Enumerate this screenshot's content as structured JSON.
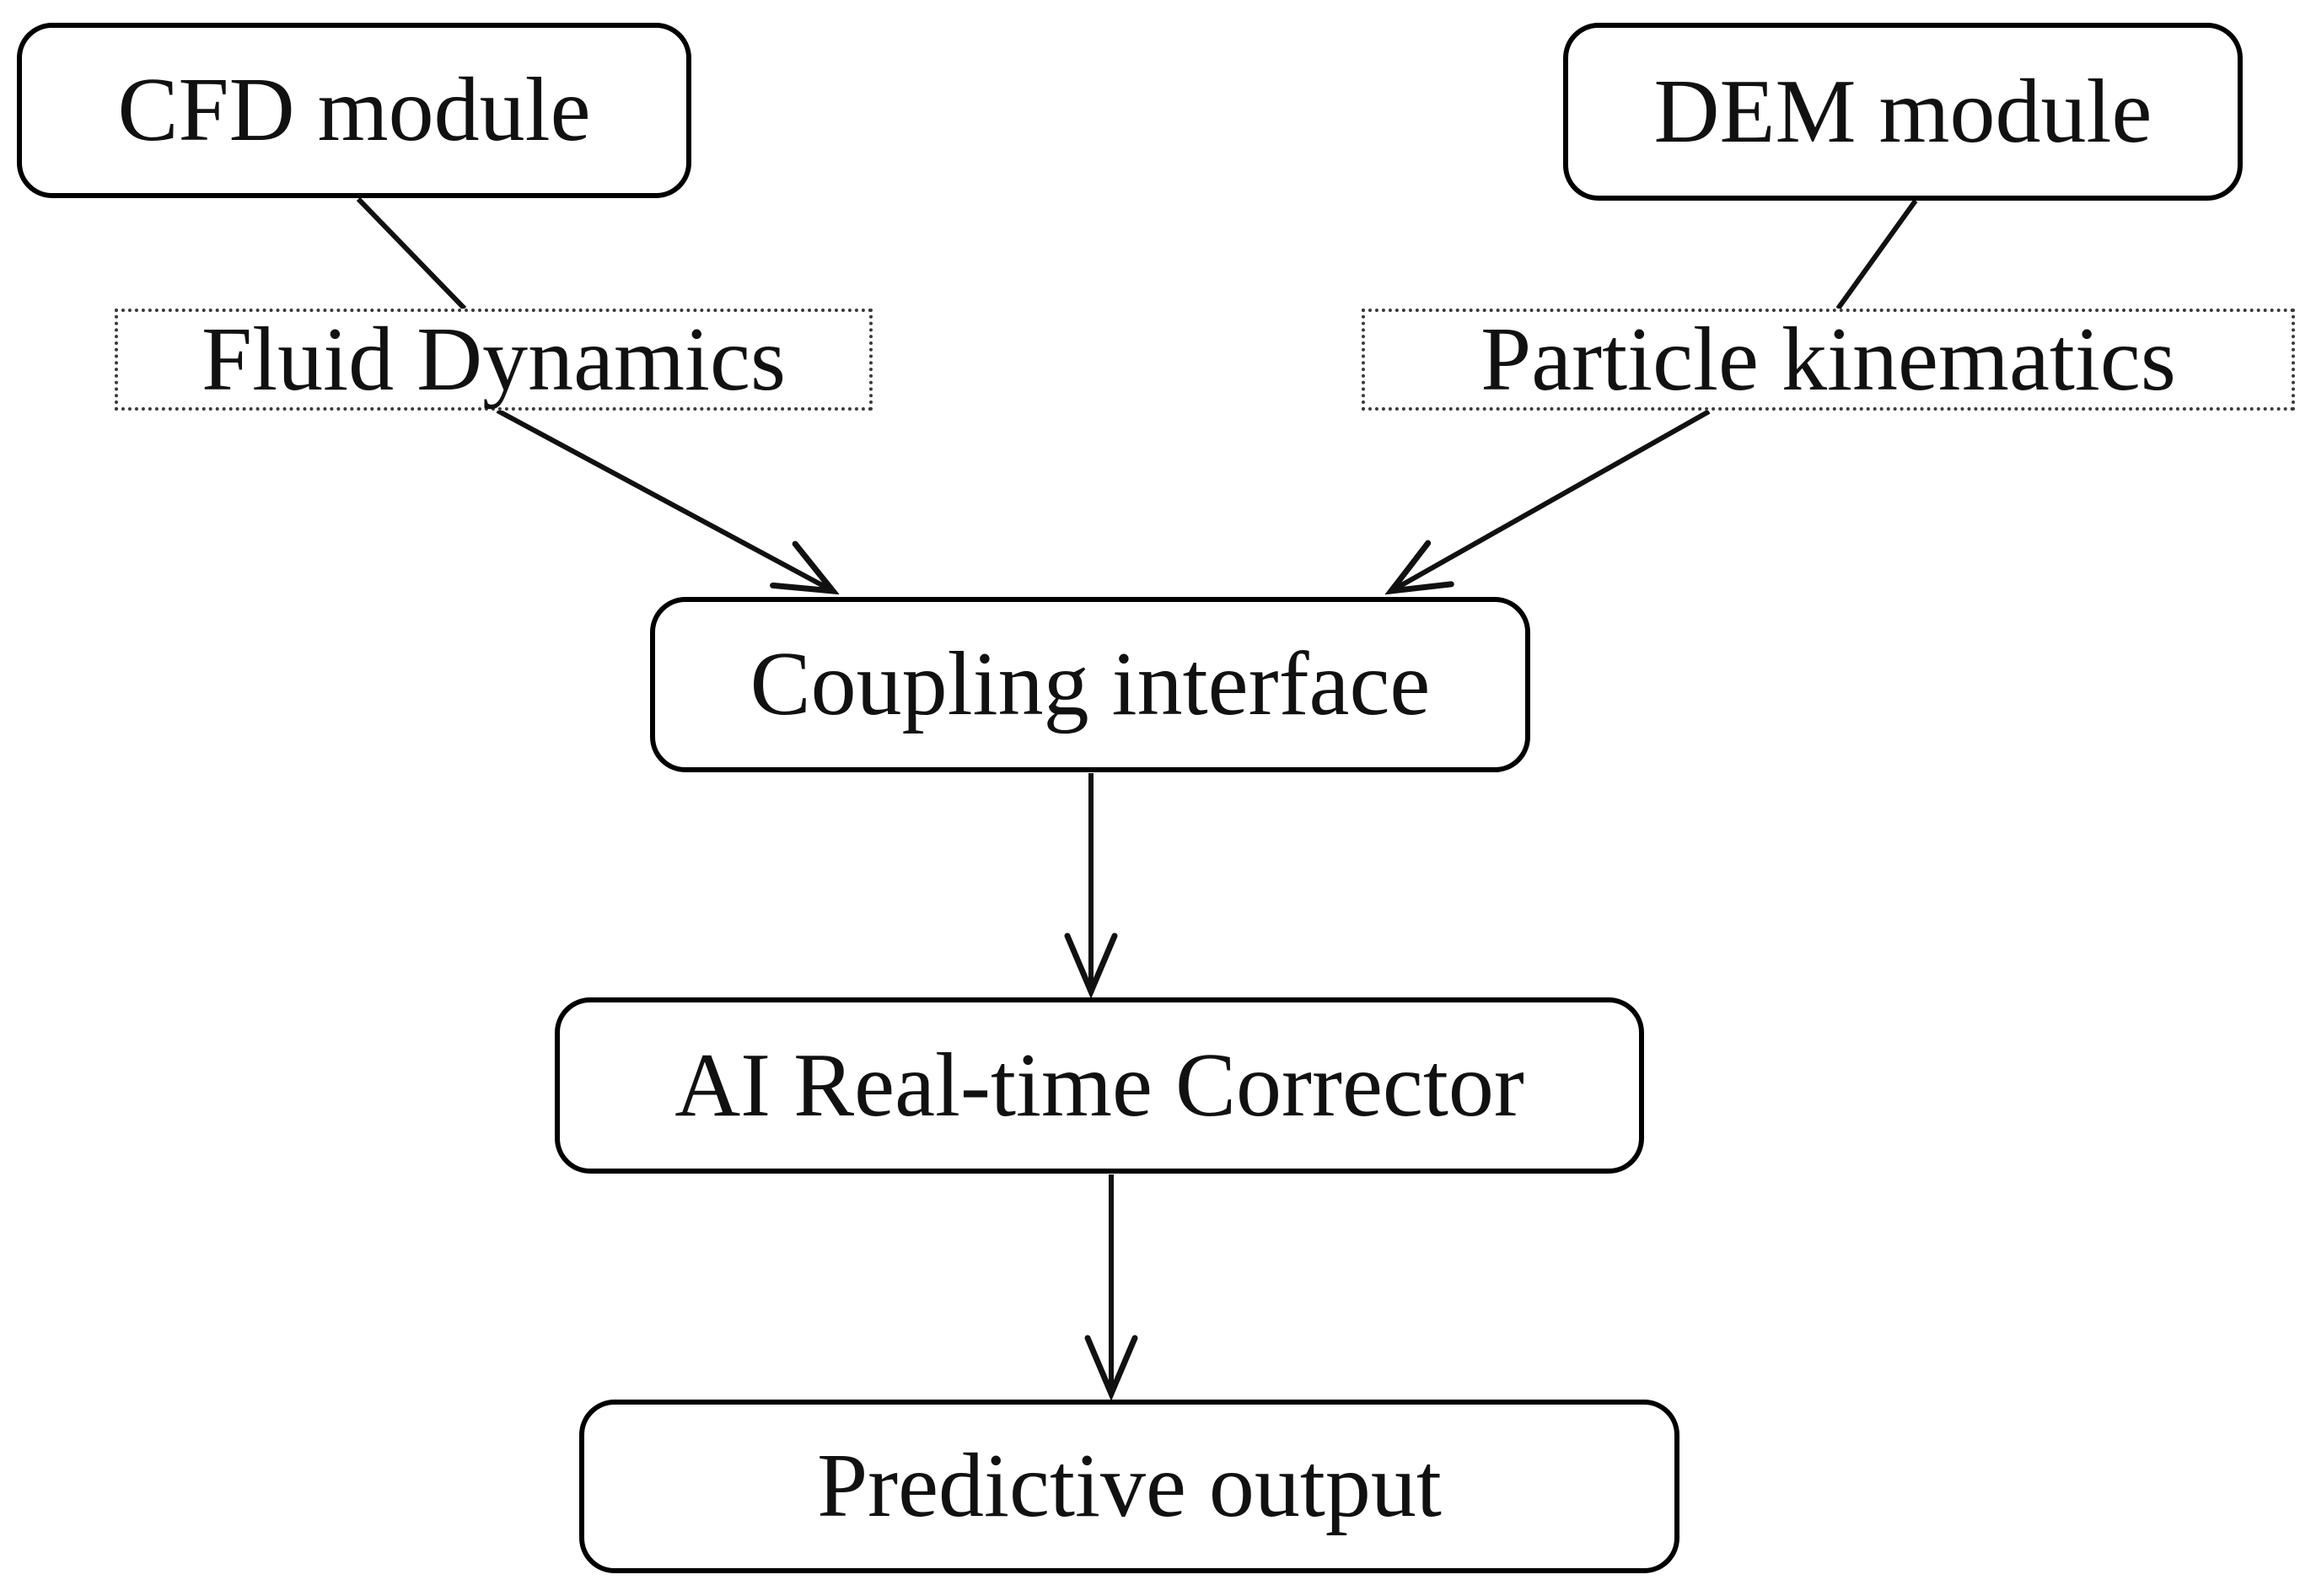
{
  "diagram": {
    "nodes": {
      "cfd": {
        "label": "CFD module",
        "shape": "rounded-rectangle"
      },
      "dem": {
        "label": "DEM module",
        "shape": "rounded-rectangle"
      },
      "fluid": {
        "label": "Fluid Dynamics",
        "shape": "dotted-rectangle"
      },
      "particle": {
        "label": "Particle kinematics",
        "shape": "dotted-rectangle"
      },
      "coupling": {
        "label": "Coupling interface",
        "shape": "rounded-rectangle"
      },
      "ai": {
        "label": "AI Real-time Corrector",
        "shape": "rounded-rectangle"
      },
      "output": {
        "label": "Predictive output",
        "shape": "rounded-rectangle"
      }
    },
    "edges": [
      {
        "from": "CFD module",
        "to": "Fluid Dynamics",
        "arrowhead": false
      },
      {
        "from": "DEM module",
        "to": "Particle kinematics",
        "arrowhead": false
      },
      {
        "from": "Fluid Dynamics",
        "to": "Coupling interface",
        "arrowhead": true
      },
      {
        "from": "Particle kinematics",
        "to": "Coupling interface",
        "arrowhead": true
      },
      {
        "from": "Coupling interface",
        "to": "AI Real-time Corrector",
        "arrowhead": true
      },
      {
        "from": "AI Real-time Corrector",
        "to": "Predictive output",
        "arrowhead": true
      }
    ],
    "colors": {
      "line": "#111111",
      "text": "#111111",
      "background": "#ffffff"
    }
  }
}
